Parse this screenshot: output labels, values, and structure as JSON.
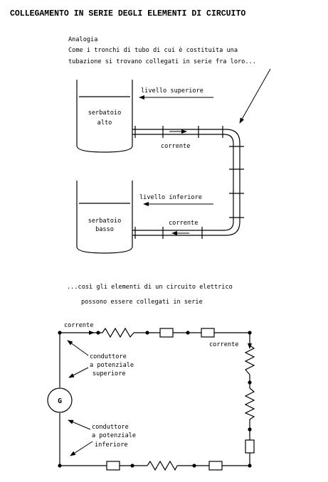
{
  "title": "COLLEGAMENTO IN SERIE DEGLI ELEMENTI DI CIRCUITO",
  "analogy": {
    "heading": "Analogia",
    "line1": "Come i tronchi di tubo di cui è costituita una",
    "line2": "tubazione si trovano collegati in serie fra loro..."
  },
  "hydraulic": {
    "upper_level": "livello superiore",
    "tank_high_1": "serbatoio",
    "tank_high_2": "alto",
    "current_top": "corrente",
    "lower_level": "livello inferiore",
    "tank_low_1": "serbatoio",
    "tank_low_2": "basso",
    "current_bottom": "corrente"
  },
  "circuit_intro": {
    "line1": "...così gli elementi di un circuito elettrico",
    "line2": "possono essere collegati in serie"
  },
  "circuit": {
    "current_left": "corrente",
    "current_right": "corrente",
    "generator": "G",
    "upper_cond_1": "conduttore",
    "upper_cond_2": "a potenziale",
    "upper_cond_3": "superiore",
    "lower_cond_1": "conduttore",
    "lower_cond_2": "a potenziale",
    "lower_cond_3": "inferiore"
  }
}
